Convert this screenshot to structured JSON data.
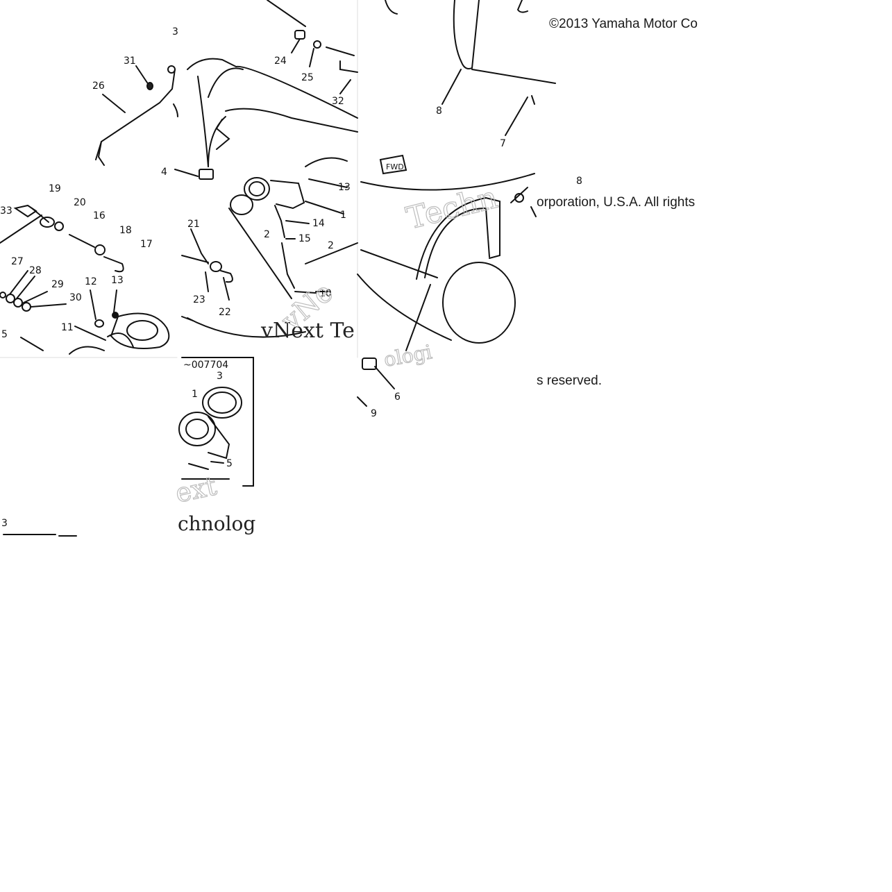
{
  "copyright": {
    "line1": "©2013 Yamaha Motor Co",
    "line2": "orporation, U.S.A. All rights",
    "line3": "s reserved."
  },
  "inset": {
    "label": "~007704"
  },
  "watermarks": {
    "brand_a": "vNext Te",
    "brand_b": "Techn",
    "brand_c": "chnolog",
    "brand_d": "ext",
    "brand_e": "vNe",
    "brand_f": "ologi"
  },
  "callouts": [
    {
      "id": "c3top",
      "text": "3"
    },
    {
      "id": "c31",
      "text": "31"
    },
    {
      "id": "c26",
      "text": "26"
    },
    {
      "id": "c24",
      "text": "24"
    },
    {
      "id": "c25",
      "text": "25"
    },
    {
      "id": "c32",
      "text": "32"
    },
    {
      "id": "c4",
      "text": "4"
    },
    {
      "id": "c13a",
      "text": "13"
    },
    {
      "id": "c1a",
      "text": "1"
    },
    {
      "id": "c19",
      "text": "19"
    },
    {
      "id": "c33",
      "text": "33"
    },
    {
      "id": "c20",
      "text": "20"
    },
    {
      "id": "c16",
      "text": "16"
    },
    {
      "id": "c18",
      "text": "18"
    },
    {
      "id": "c17",
      "text": "17"
    },
    {
      "id": "c14",
      "text": "14"
    },
    {
      "id": "c15",
      "text": "15"
    },
    {
      "id": "c2a",
      "text": "2"
    },
    {
      "id": "c21",
      "text": "21"
    },
    {
      "id": "c27",
      "text": "27"
    },
    {
      "id": "c28",
      "text": "28"
    },
    {
      "id": "c29",
      "text": "29"
    },
    {
      "id": "c30",
      "text": "30"
    },
    {
      "id": "c12",
      "text": "12"
    },
    {
      "id": "c13b",
      "text": "13"
    },
    {
      "id": "c23",
      "text": "23"
    },
    {
      "id": "c22",
      "text": "22"
    },
    {
      "id": "c10",
      "text": "10"
    },
    {
      "id": "c11",
      "text": "11"
    },
    {
      "id": "c5a",
      "text": "5"
    },
    {
      "id": "c2b",
      "text": "2"
    },
    {
      "id": "c8",
      "text": "8"
    },
    {
      "id": "c7",
      "text": "7"
    },
    {
      "id": "c8b",
      "text": "8"
    },
    {
      "id": "c6",
      "text": "6"
    },
    {
      "id": "c9",
      "text": "9"
    },
    {
      "id": "c3inset",
      "text": "3"
    },
    {
      "id": "c1inset",
      "text": "1"
    },
    {
      "id": "c5inset",
      "text": "5"
    },
    {
      "id": "c3low",
      "text": "3"
    },
    {
      "id": "cfwd",
      "text": "FWD"
    }
  ]
}
